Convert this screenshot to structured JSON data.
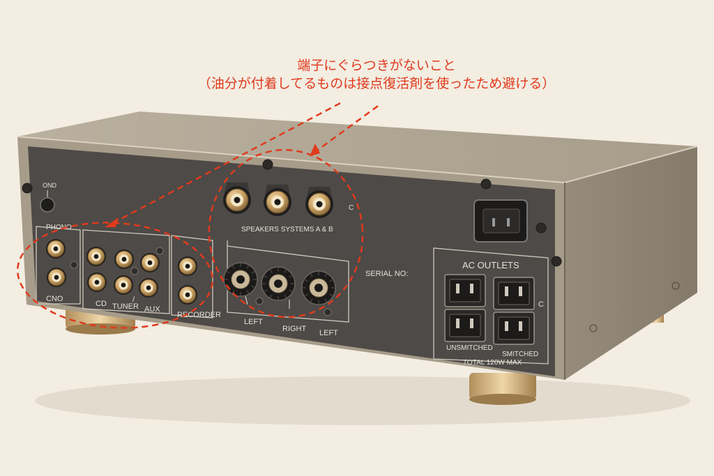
{
  "annotation": {
    "line1": "端子にぐらつきがないこと",
    "line2": "（油分が付着してるものは接点復活剤を使ったため避ける）",
    "color": "#e03a1c"
  },
  "panel": {
    "ground_label": "OND",
    "phono": {
      "label": "PHONO",
      "sublabel": "CNO"
    },
    "inputs": {
      "cd": "CD",
      "tuner": "TUNER",
      "aux": "AUX",
      "slash": "/"
    },
    "recorder": "RECORDER",
    "speakers": {
      "title": "SPEAKERS SYSTEMS A & B",
      "left1": "LEFT",
      "right": "RIGHT",
      "left2": "LEFT"
    },
    "serial": "SERIAL NO:",
    "ac_outlets": {
      "title": "AC OUTLETS",
      "unswitched": "UNSMITCHED",
      "switched": "SMITCHED",
      "total": "TOTAL 120W MAX"
    }
  },
  "colors": {
    "background": "#f3ede2",
    "chassis_top": "#b7ad9c",
    "chassis_side": "#8d8475",
    "panel": "#4b4845",
    "brass": "#c9a062"
  }
}
